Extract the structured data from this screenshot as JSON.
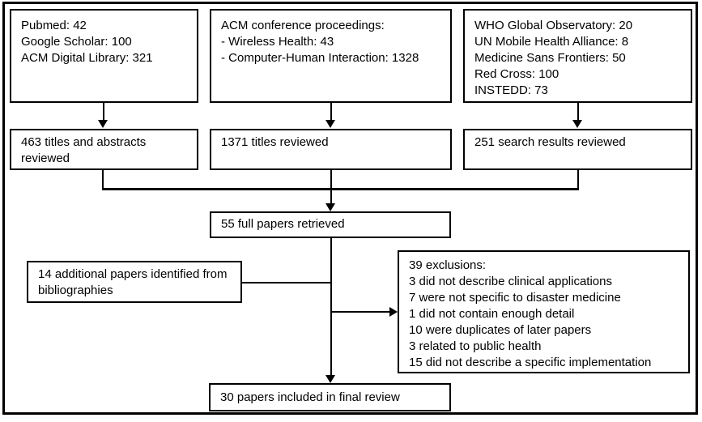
{
  "boxes": {
    "search_databases": {
      "lines": [
        "Pubmed: 42",
        "Google Scholar: 100",
        "ACM Digital Library: 321"
      ]
    },
    "acm_proceedings": {
      "lines": [
        "ACM conference proceedings:",
        "- Wireless Health: 43",
        "- Computer-Human Interaction: 1328"
      ]
    },
    "health_orgs": {
      "lines": [
        "WHO Global Observatory: 20",
        "UN Mobile Health Alliance: 8",
        "Medicine Sans Frontiers: 50",
        "Red Cross: 100",
        "INSTEDD: 73"
      ]
    },
    "titles_abstracts_reviewed": {
      "text": "463 titles and abstracts reviewed"
    },
    "titles_reviewed": {
      "text": "1371 titles reviewed"
    },
    "search_results_reviewed": {
      "text": "251 search results reviewed"
    },
    "full_papers_retrieved": {
      "text": "55 full papers retrieved"
    },
    "additional_papers": {
      "text": "14 additional papers identified from bibliographies"
    },
    "exclusions": {
      "lines": [
        "39 exclusions:",
        "3 did not describe clinical applications",
        "7 were not specific to disaster medicine",
        "1 did not contain enough detail",
        "10 were duplicates of later papers",
        "3 related to public health",
        "15 did not describe a specific implementation"
      ]
    },
    "final_review": {
      "text": "30 papers included in final review"
    }
  },
  "colors": {
    "line": "#000000",
    "background": "#ffffff",
    "text": "#000000"
  }
}
